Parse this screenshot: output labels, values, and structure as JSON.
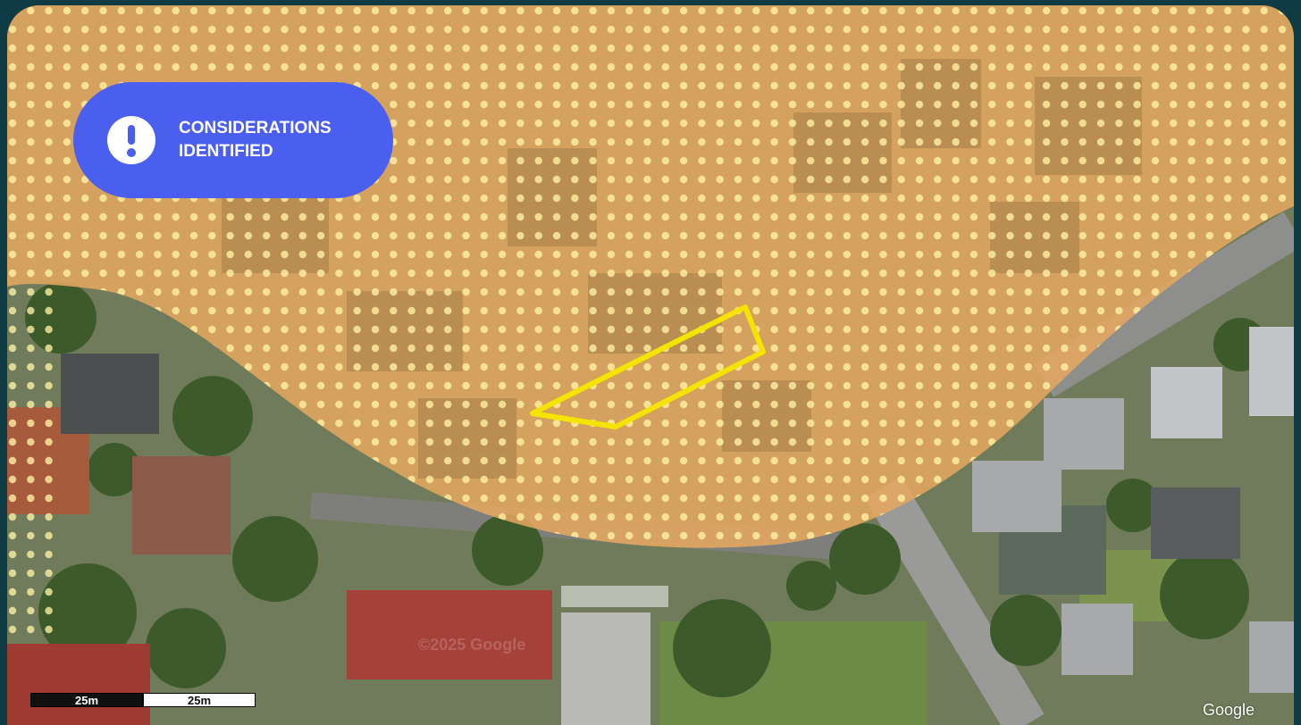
{
  "badge": {
    "text": "CONSIDERATIONS IDENTIFIED",
    "icon": "exclamation-icon",
    "color": "#4a5ef0"
  },
  "map": {
    "type": "satellite",
    "overlay_color": "#f2b56b",
    "parcel_outline_color": "#f5e400",
    "attribution": "Google",
    "watermark": "©2025 Google"
  },
  "scale_bar": {
    "segments": [
      "25m",
      "25m"
    ]
  }
}
